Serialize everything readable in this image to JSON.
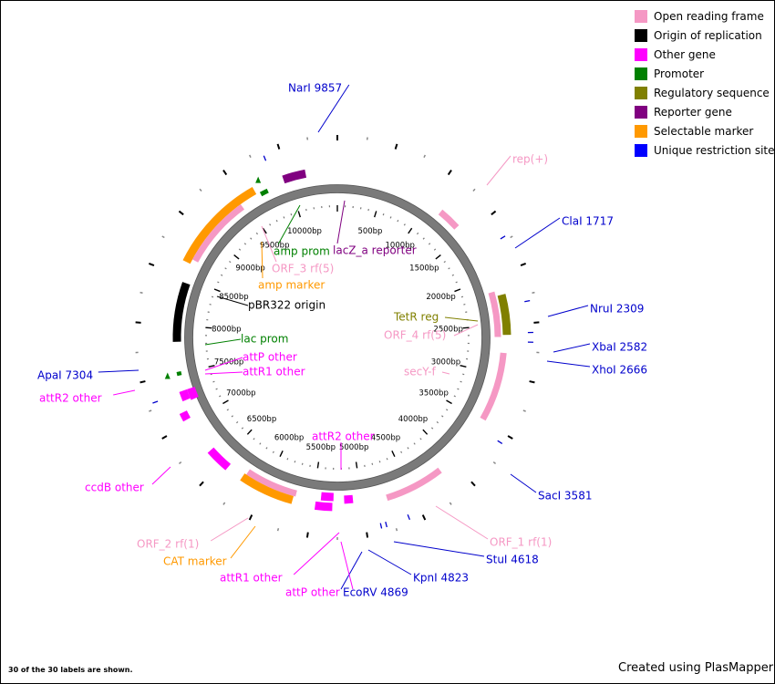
{
  "colors": {
    "orf": "#f598c4",
    "origin": "#000000",
    "other_gene": "#ff00ff",
    "promoter": "#008000",
    "regulatory": "#808000",
    "reporter": "#800080",
    "selectable": "#ff9900",
    "restriction": "#0000cc",
    "backbone": "#808080"
  },
  "legend": [
    {
      "label": "Open reading frame",
      "color": "#f598c4"
    },
    {
      "label": "Origin of replication",
      "color": "#000000"
    },
    {
      "label": "Other gene",
      "color": "#ff00ff"
    },
    {
      "label": "Promoter",
      "color": "#008000"
    },
    {
      "label": "Regulatory sequence",
      "color": "#808000"
    },
    {
      "label": "Reporter gene",
      "color": "#800080"
    },
    {
      "label": "Selectable marker",
      "color": "#ff9900"
    },
    {
      "label": "Unique restriction site",
      "color": "#0000ff"
    }
  ],
  "plasmid": {
    "total_bp": 10500,
    "inner_tick_labels": [
      "500bp",
      "1000bp",
      "1500bp",
      "2000bp",
      "2500bp",
      "3000bp",
      "3500bp",
      "4000bp",
      "4500bp",
      "5000bp",
      "5500bp",
      "6000bp",
      "6500bp",
      "7000bp",
      "7500bp",
      "8000bp",
      "8500bp",
      "9000bp",
      "9500bp",
      "10000bp"
    ],
    "features": [
      {
        "name": "rep(+)",
        "type": "orf",
        "start": 1150,
        "end": 1380
      },
      {
        "name": "TetR reg",
        "type": "regulatory",
        "start": 2200,
        "end": 2600
      },
      {
        "name": "ORF_4 rf(5)",
        "type": "orf",
        "start": 2150,
        "end": 2620
      },
      {
        "name": "secY-f",
        "type": "orf",
        "start": 2780,
        "end": 3480
      },
      {
        "name": "ORF_1 rf(1)",
        "type": "orf",
        "start": 4150,
        "end": 4750
      },
      {
        "name": "attR2 other",
        "type": "other_gene",
        "start": 5090,
        "end": 5180
      },
      {
        "name": "attP other",
        "type": "other_gene",
        "start": 5300,
        "end": 5470
      },
      {
        "name": "attR1 other",
        "type": "other_gene",
        "start": 5290,
        "end": 5420
      },
      {
        "name": "ORF_2 rf(1)",
        "type": "orf",
        "start": 5680,
        "end": 6230
      },
      {
        "name": "CAT marker",
        "type": "selectable",
        "start": 5700,
        "end": 6250
      },
      {
        "name": "ccdB other",
        "type": "other_gene",
        "start": 6420,
        "end": 6660
      },
      {
        "name": "attR2 other",
        "type": "other_gene",
        "start": 7040,
        "end": 7120
      },
      {
        "name": "attR1 other",
        "type": "other_gene",
        "start": 7200,
        "end": 7320
      },
      {
        "name": "attP other",
        "type": "other_gene",
        "start": 7220,
        "end": 7320
      },
      {
        "name": "lac prom",
        "type": "promoter",
        "start": 7480,
        "end": 7520
      },
      {
        "name": "pBR322 origin",
        "type": "origin",
        "start": 7830,
        "end": 8450
      },
      {
        "name": "amp marker",
        "type": "selectable",
        "start": 8650,
        "end": 9640
      },
      {
        "name": "ORF_3 rf(5)",
        "type": "orf",
        "start": 8700,
        "end": 9450
      },
      {
        "name": "amp prom",
        "type": "promoter",
        "start": 9680,
        "end": 9760
      },
      {
        "name": "lacZ_a reporter",
        "type": "reporter",
        "start": 9950,
        "end": 10180
      }
    ],
    "restriction_sites": [
      {
        "name": "NarI 9857",
        "pos": 9857
      },
      {
        "name": "ClaI 1717",
        "pos": 1717
      },
      {
        "name": "NruI 2309",
        "pos": 2309
      },
      {
        "name": "XbaI 2582",
        "pos": 2582
      },
      {
        "name": "XhoI 2666",
        "pos": 2666
      },
      {
        "name": "SacI 3581",
        "pos": 3581
      },
      {
        "name": "StuI 4618",
        "pos": 4618
      },
      {
        "name": "KpnI 4823",
        "pos": 4823
      },
      {
        "name": "EcoRV 4869",
        "pos": 4869
      },
      {
        "name": "ApaI 7304",
        "pos": 7304
      }
    ],
    "outer_labels": [
      {
        "text": "NarI 9857",
        "type": "restriction",
        "pos": 9857
      },
      {
        "text": "rep(+)",
        "type": "orf",
        "pos": 1270
      },
      {
        "text": "ClaI 1717",
        "type": "restriction",
        "pos": 1717
      },
      {
        "text": "NruI 2309",
        "type": "restriction",
        "pos": 2309
      },
      {
        "text": "XbaI 2582",
        "type": "restriction",
        "pos": 2582
      },
      {
        "text": "XhoI 2666",
        "type": "restriction",
        "pos": 2666
      },
      {
        "text": "SacI 3581",
        "type": "restriction",
        "pos": 3581
      },
      {
        "text": "ORF_1 rf(1)",
        "type": "orf",
        "pos": 4420
      },
      {
        "text": "StuI 4618",
        "type": "restriction",
        "pos": 4618
      },
      {
        "text": "KpnI 4823",
        "type": "restriction",
        "pos": 4823
      },
      {
        "text": "EcoRV 4869",
        "type": "restriction",
        "pos": 4869
      },
      {
        "text": "attP other",
        "type": "other_gene",
        "pos": 5380
      },
      {
        "text": "attR1 other",
        "type": "other_gene",
        "pos": 5360
      },
      {
        "text": "CAT marker",
        "type": "selectable",
        "pos": 5950
      },
      {
        "text": "ORF_2 rf(1)",
        "type": "orf",
        "pos": 6000
      },
      {
        "text": "ccdB other",
        "type": "other_gene",
        "pos": 6550
      },
      {
        "text": "attR2 other",
        "type": "other_gene",
        "pos": 7080
      },
      {
        "text": "ApaI 7304",
        "type": "restriction",
        "pos": 7304
      }
    ],
    "inner_labels": [
      {
        "text": "lacZ_a reporter",
        "type": "reporter",
        "pos": 10050
      },
      {
        "text": "amp prom",
        "type": "promoter",
        "pos": 9720
      },
      {
        "text": "ORF_3 rf(5)",
        "type": "orf",
        "pos": 9050
      },
      {
        "text": "amp marker",
        "type": "selectable",
        "pos": 8950
      },
      {
        "text": "pBR322 origin",
        "type": "origin",
        "pos": 8150
      },
      {
        "text": "TetR reg",
        "type": "regulatory",
        "pos": 2400
      },
      {
        "text": "ORF_4 rf(5)",
        "type": "orf",
        "pos": 2480
      },
      {
        "text": "secY-f",
        "type": "orf",
        "pos": 3100
      },
      {
        "text": "attR2 other",
        "type": "other_gene",
        "pos": 5130
      },
      {
        "text": "lac prom",
        "type": "promoter",
        "pos": 7500
      },
      {
        "text": "attP other",
        "type": "other_gene",
        "pos": 7270
      },
      {
        "text": "attR1 other",
        "type": "other_gene",
        "pos": 7260
      }
    ]
  },
  "footer": {
    "count": "30 of the 30 labels are shown.",
    "credit": "Created using PlasMapper"
  }
}
